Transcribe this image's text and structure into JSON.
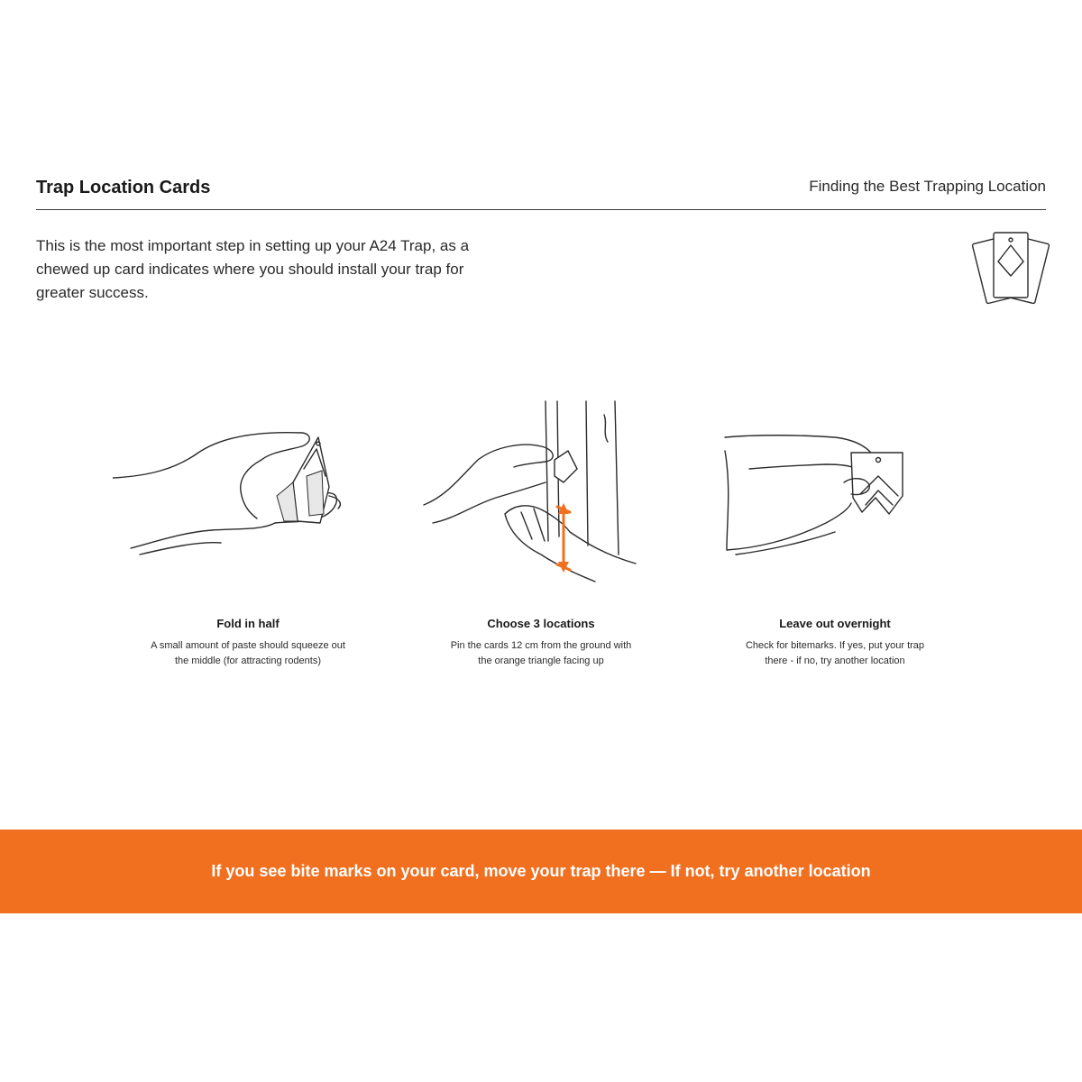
{
  "header": {
    "title": "Trap Location Cards",
    "subtitle": "Finding the Best Trapping Location"
  },
  "intro": {
    "line1": "This is the most important step in setting up your A24 Trap, as a",
    "line2": "chewed up card indicates where you should install your trap for",
    "line3": "greater success."
  },
  "steps": [
    {
      "title": "Fold in half",
      "desc_line1": "A small amount of paste should squeeze out",
      "desc_line2": "the middle (for attracting rodents)",
      "illustration": "hand-folding-card"
    },
    {
      "title": "Choose 3 locations",
      "desc_line1": "Pin the cards 12 cm from the ground with",
      "desc_line2": "the orange triangle facing up",
      "illustration": "hand-pinning-card-to-post"
    },
    {
      "title": "Leave out overnight",
      "desc_line1": "Check for bitemarks. If yes, put your trap",
      "desc_line2": "there - if no, try another location",
      "illustration": "hand-holding-bitten-card"
    }
  ],
  "banner": {
    "text": "If you see bite marks on your card, move your trap there — If not, try another location",
    "color": "#f07020"
  },
  "icons": {
    "top_right": "cards-icon"
  }
}
